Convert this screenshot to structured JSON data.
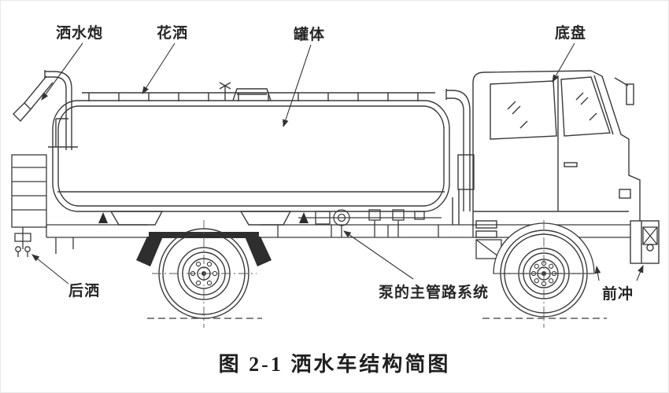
{
  "diagram": {
    "caption": "图 2-1 洒水车结构简图",
    "labels": {
      "water_cannon": "洒水炮",
      "sprinkler": "花洒",
      "tank": "罐体",
      "chassis": "底盘",
      "rear_spray": "后洒",
      "pump_pipeline": "泵的主管路系统",
      "front_flush": "前冲"
    },
    "colors": {
      "line": "#3a3a3a",
      "text": "#262626",
      "background": "#ffffff"
    }
  }
}
